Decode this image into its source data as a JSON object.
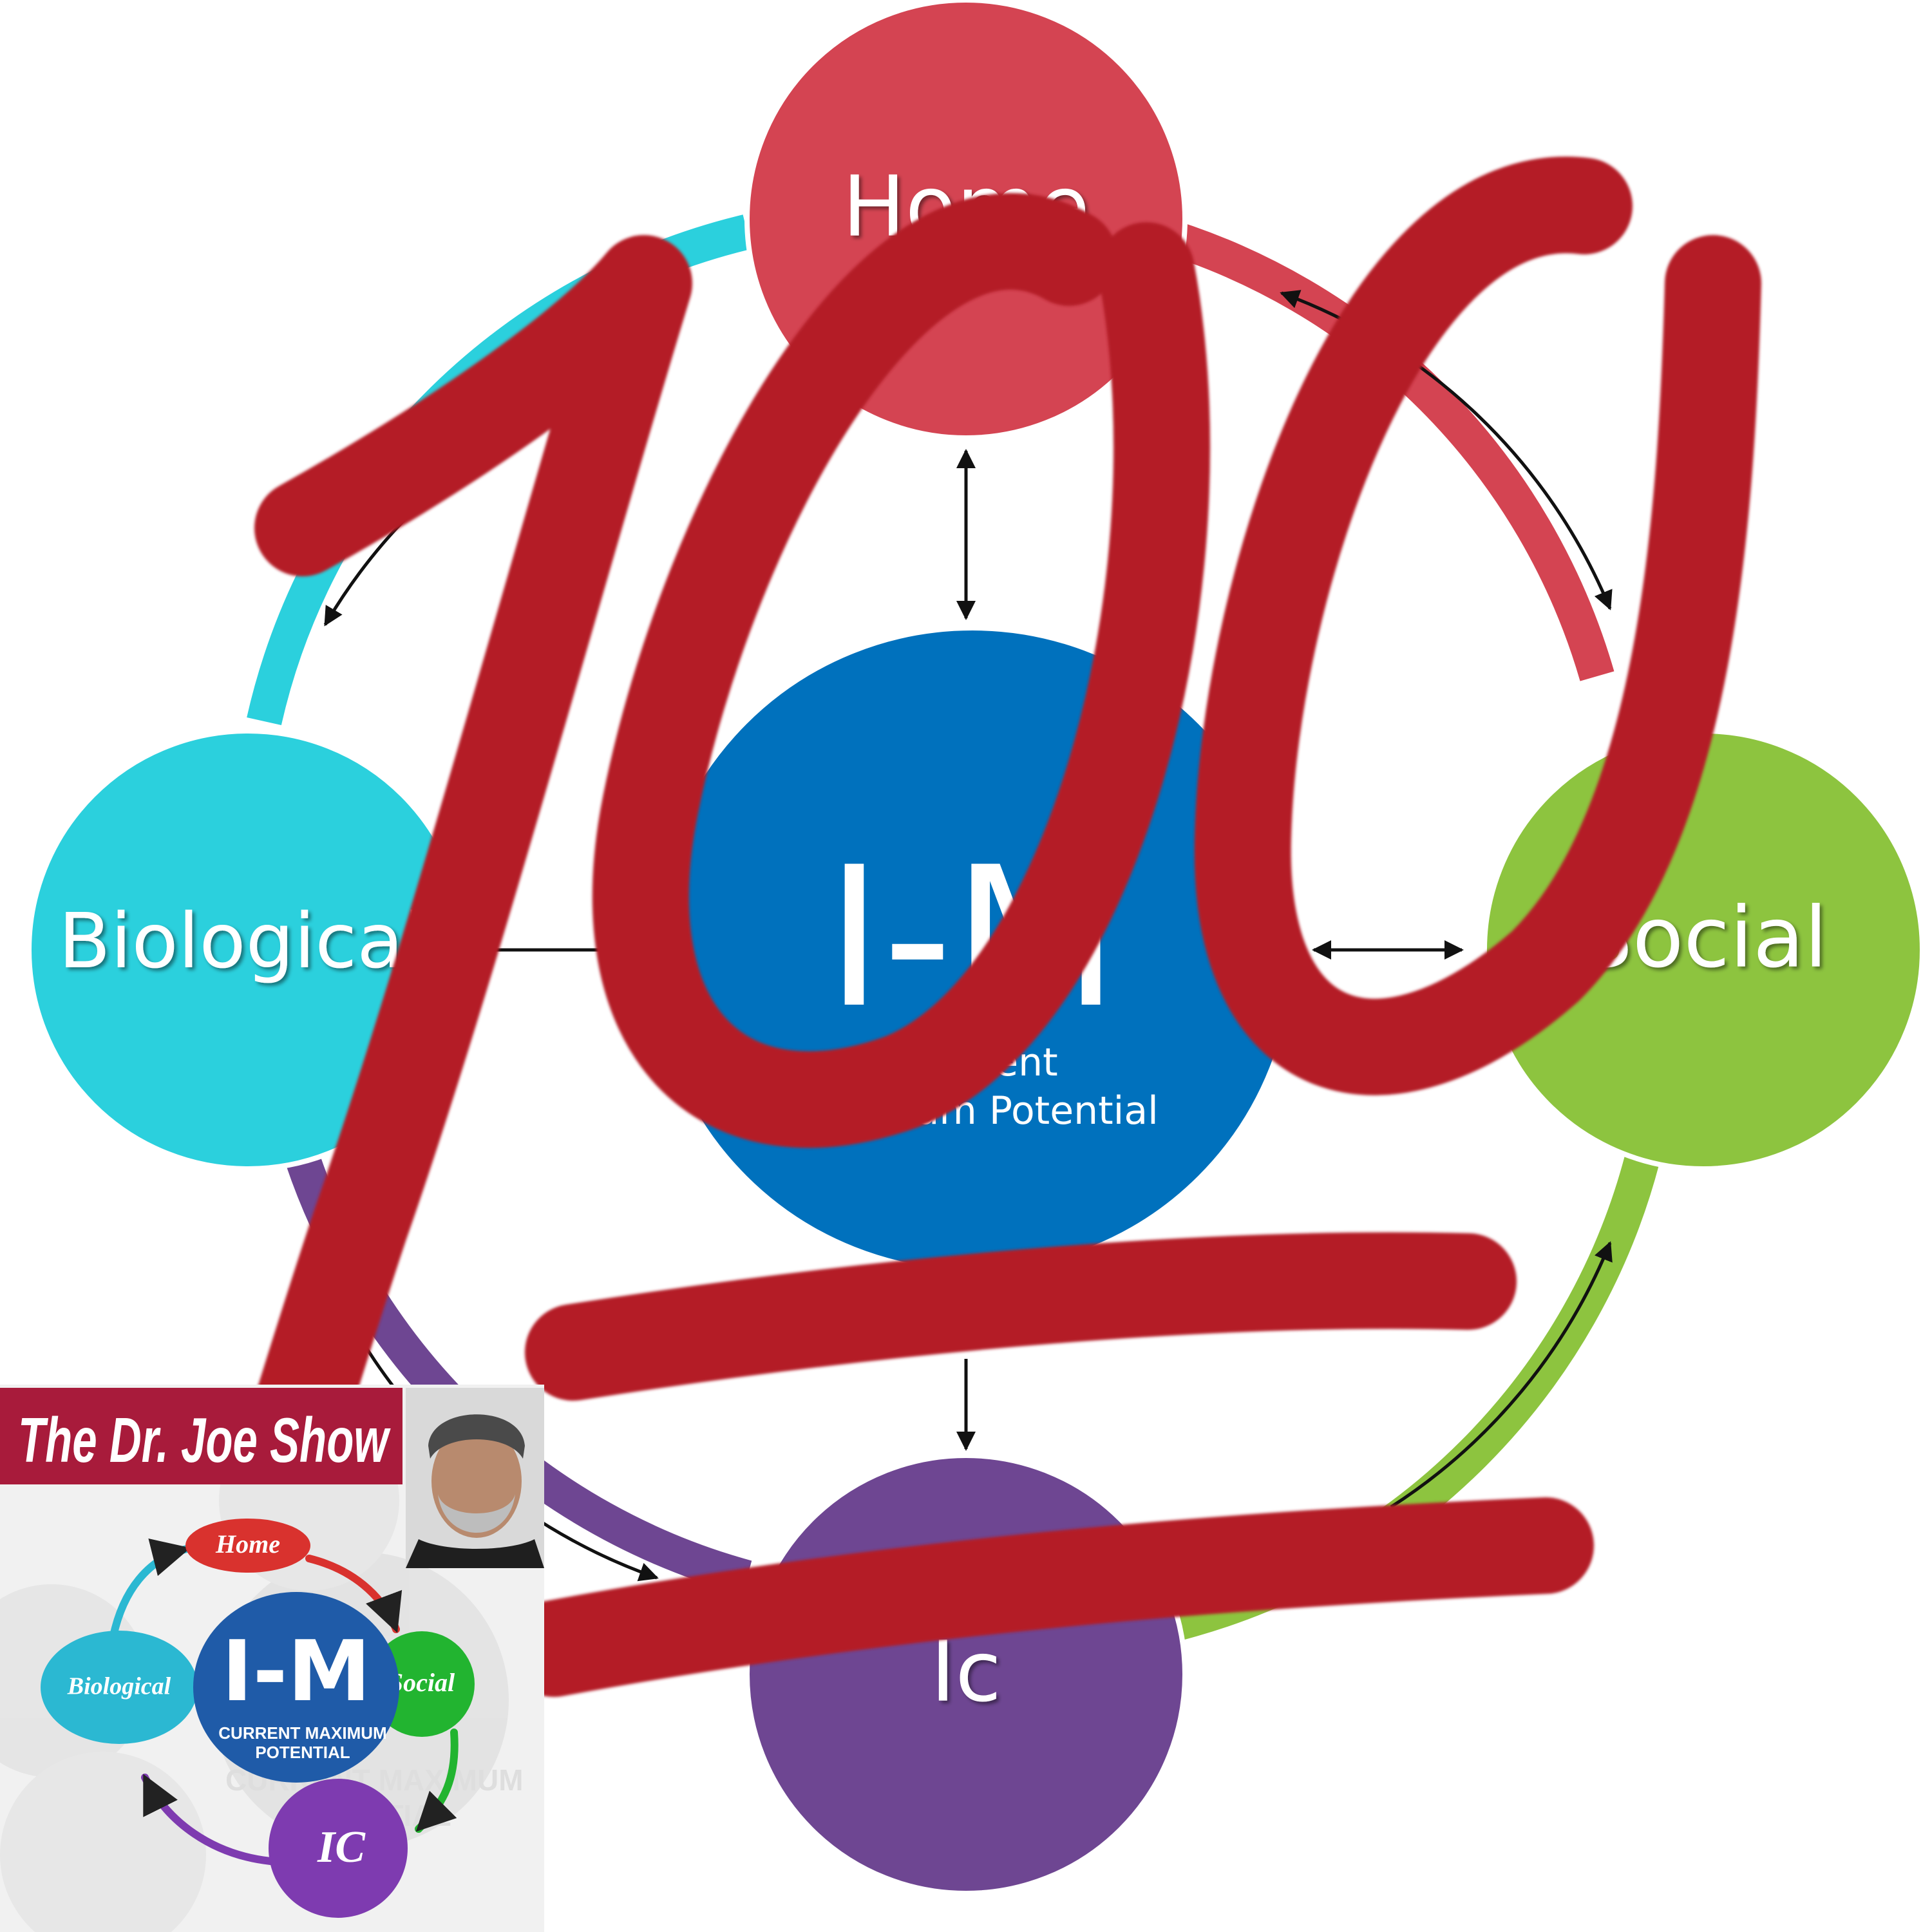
{
  "diagram": {
    "nodes": {
      "home": {
        "label": "Home",
        "color": "#d44452"
      },
      "social": {
        "label": "Social",
        "color": "#8dc43f"
      },
      "ic": {
        "label": "Ic",
        "color": "#6e4692"
      },
      "biological": {
        "label": "Biological",
        "color": "#2bd0dd"
      },
      "center": {
        "title": "I-M",
        "subtitle_line1": "Current",
        "subtitle_line2": "Maximum Potential",
        "color": "#0071bd"
      }
    },
    "ring_colors": {
      "home_social": "#d44452",
      "social_ic": "#8dc43f",
      "ic_biological": "#6e4692",
      "biological_home": "#2bd0dd"
    }
  },
  "overlay": {
    "glyph": "100",
    "color": "#b41f27"
  },
  "badge": {
    "title": "The Dr. Joe Show",
    "title_bg": "#a81b3b",
    "nodes": {
      "home": "Home",
      "biological": "Biological",
      "social": "Social",
      "ic": "IC",
      "center_title": "I-M",
      "center_sub_line1": "CURRENT MAXIMUM",
      "center_sub_line2": "POTENTIAL"
    },
    "watermark_line1": "CURRENT MAXIMUM",
    "watermark_line2": "POTENTIAL",
    "colors": {
      "home": "#d9322e",
      "biological": "#2bb8d2",
      "social": "#22b430",
      "ic": "#7e3bb0",
      "center": "#1f5ba8"
    }
  }
}
